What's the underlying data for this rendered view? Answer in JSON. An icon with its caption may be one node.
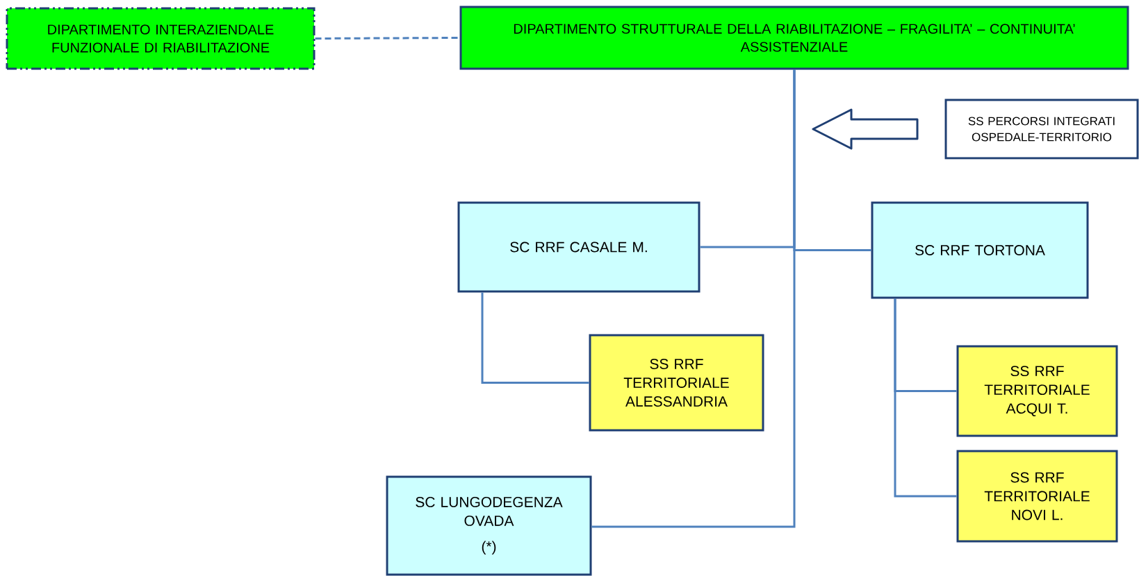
{
  "diagram": {
    "nodes": [
      {
        "text": [
          "DIPARTIMENTO INTERAZIENDALE FUNZIONALE DI RIABILITAZIONE"
        ]
      },
      {
        "text": [
          "DIPARTIMENTO STRUTTURALE DELLA RIABILITAZIONE – FRAGILITA’ – CONTINUITA’ ASSISTENZIALE"
        ]
      },
      {
        "text": [
          "SS PERCORSI INTEGRATI OSPEDALE-TERRITORIO"
        ]
      },
      {
        "text": [
          "SC  RRF CASALE M."
        ]
      },
      {
        "text": [
          "SC RRF TORTONA"
        ]
      },
      {
        "text": [
          "SS RRF TERRITORIALE ALESSANDRIA"
        ]
      },
      {
        "text": [
          "SS RRF TERRITORIALE ACQUI T."
        ]
      },
      {
        "text": [
          "SS RRF TERRITORIALE NOVI L."
        ]
      },
      {
        "text": [
          "SC LUNGODEGENZA OVADA",
          "(*)"
        ]
      }
    ],
    "edges": [
      {
        "from": 0,
        "to": 1,
        "arrow": "none",
        "style": "dashed"
      },
      {
        "from": 2,
        "to": null,
        "arrow": "to"
      },
      {
        "from": 1,
        "to": 3,
        "arrow": "none"
      },
      {
        "from": 1,
        "to": 4,
        "arrow": "none"
      },
      {
        "from": 1,
        "to": 8,
        "arrow": "none"
      },
      {
        "from": 3,
        "to": 5,
        "arrow": "none"
      },
      {
        "from": 4,
        "to": 6,
        "arrow": "none"
      },
      {
        "from": 4,
        "to": 7,
        "arrow": "none"
      }
    ]
  }
}
